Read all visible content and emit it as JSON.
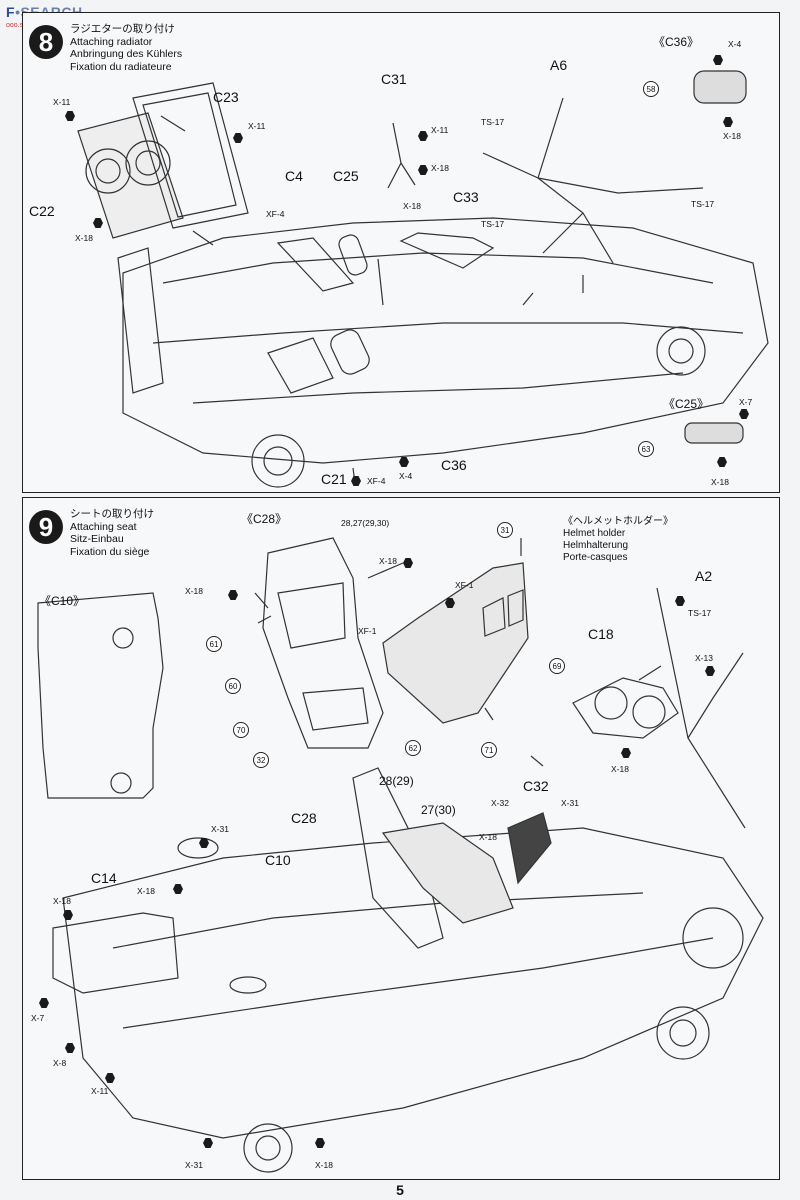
{
  "watermark": {
    "brand_a": "F",
    "brand_b": "SEARCH",
    "sub": "ooo.shop.com"
  },
  "step8": {
    "number": "8",
    "title_jp": "ラジエターの取り付け",
    "title_en": "Attaching radiator",
    "title_de": "Anbringung des Kühlers",
    "title_fr": "Fixation du radiateure",
    "parts": [
      "C23",
      "C22",
      "C31",
      "A6",
      "C4",
      "C25",
      "C33",
      "C21",
      "C36"
    ],
    "screws": [
      "X-11",
      "X-11",
      "X-18",
      "X-11",
      "X-18",
      "XF-4",
      "X-18",
      "TS-17",
      "TS-17",
      "TS-17",
      "XF-4",
      "X-4"
    ],
    "inset_c36": {
      "label": "《C36》",
      "screw_top": "X-4",
      "screw_bottom": "X-18",
      "ref": "58"
    },
    "inset_c25": {
      "label": "《C25》",
      "screw_top": "X-7",
      "screw_bottom": "X-18",
      "ref": "63"
    }
  },
  "step9": {
    "number": "9",
    "title_jp": "シートの取り付け",
    "title_en": "Attaching seat",
    "title_de": "Sitz-Einbau",
    "title_fr": "Fixation du siège",
    "inset_c28": {
      "label": "《C28》",
      "refs": "28,27(29,30)"
    },
    "inset_c10": {
      "label": "《C10》"
    },
    "helmet": {
      "label_jp": "《ヘルメットホルダー》",
      "label_en": "Helmet holder",
      "label_de": "Helmhalterung",
      "label_fr": "Porte-casques",
      "part": "C18",
      "rod": "A2",
      "screws": [
        "TS-17",
        "X-13",
        "X-18"
      ]
    },
    "seat_refs": [
      "61",
      "60",
      "70",
      "32",
      "62",
      "69",
      "71",
      "31"
    ],
    "parts": [
      "C28",
      "C14",
      "C10",
      "C32"
    ],
    "screws": [
      "X-18",
      "X-18",
      "XF-1",
      "XF-1",
      "X-31",
      "X-18",
      "X-18",
      "X-7",
      "X-8",
      "X-11",
      "X-31",
      "X-18",
      "X-32",
      "X-31",
      "X-18"
    ],
    "ref_28_29": "28(29)",
    "ref_27_30": "27(30)"
  },
  "page": {
    "number": "5"
  }
}
